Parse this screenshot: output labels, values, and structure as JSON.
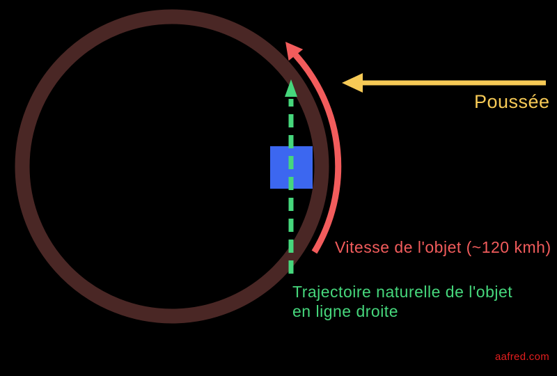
{
  "diagram": {
    "labels": {
      "push": "Poussée",
      "velocity": "Vitesse de l'objet (~120 kmh)",
      "trajectory_line1": "Trajectoire naturelle de l'objet",
      "trajectory_line2": "en ligne droite"
    },
    "watermark": "aafred.com",
    "colors": {
      "background": "#000000",
      "orbit_ring_brown": "#4a2725",
      "velocity_red": "#f25c5c",
      "trajectory_green": "#46d77c",
      "push_yellow": "#f7ca56",
      "object_blue": "#3c67f0",
      "watermark_red": "#e41e1e"
    }
  }
}
